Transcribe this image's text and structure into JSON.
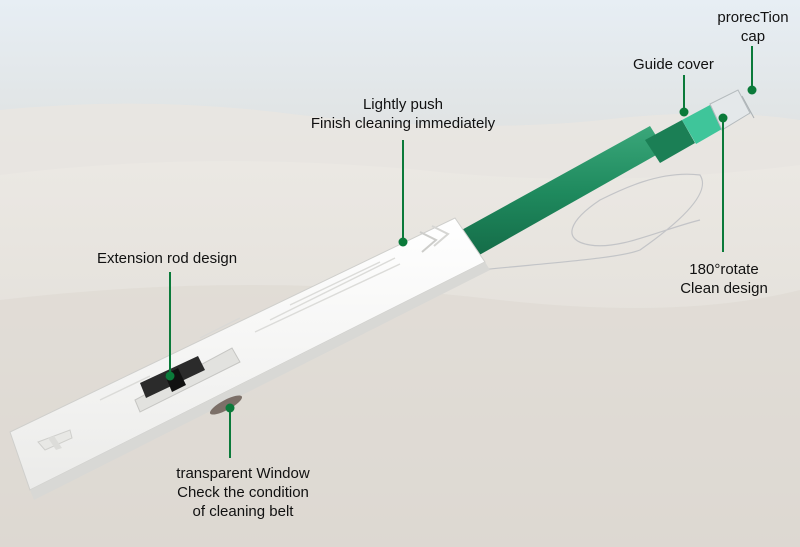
{
  "labels": {
    "protection_cap": {
      "line1": "prorecTion",
      "line2": "cap"
    },
    "guide_cover": "Guide cover",
    "lightly_push": {
      "line1": "Lightly push",
      "line2": "Finish cleaning immediately"
    },
    "extension_rod": "Extension rod design",
    "rotate": {
      "line1": "180°rotate",
      "line2": "Clean design"
    },
    "window": {
      "line1": "transparent Window",
      "line2": "Check the condition",
      "line3": "of cleaning belt"
    }
  },
  "colors": {
    "callout_green": "#0b7a3a",
    "rod_green": "#1f8a5e",
    "body_white": "#f3f3f1"
  }
}
